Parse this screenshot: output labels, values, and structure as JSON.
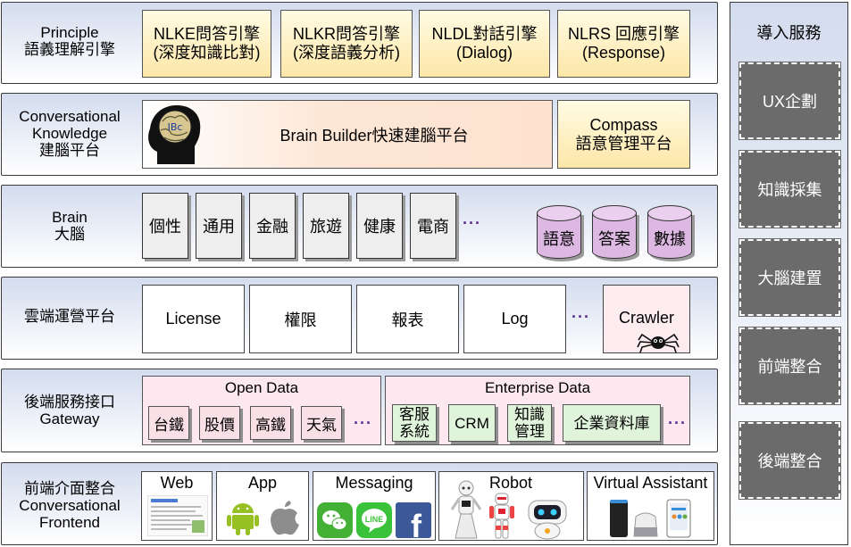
{
  "rows": {
    "principle": {
      "label_l1": "Principle",
      "label_l2": "語義理解引擎",
      "engines": [
        {
          "l1": "NLKE問答引擎",
          "l2": "(深度知識比對)"
        },
        {
          "l1": "NLKR問答引擎",
          "l2": "(深度語義分析)"
        },
        {
          "l1": "NLDL對話引擎",
          "l2": "(Dialog)"
        },
        {
          "l1": "NLRS 回應引擎",
          "l2": "(Response)"
        }
      ]
    },
    "knowledge": {
      "label_l1": "Conversational",
      "label_l2": "Knowledge",
      "label_l3": "建腦平台",
      "brain_builder": "Brain Builder快速建腦平台",
      "head_text": "IBc",
      "compass_l1": "Compass",
      "compass_l2": "語意管理平台"
    },
    "brain": {
      "label_l1": "Brain",
      "label_l2": "大腦",
      "domains": [
        "個性",
        "通用",
        "金融",
        "旅遊",
        "健康",
        "電商"
      ],
      "dots": "···",
      "databases": [
        "語意",
        "答案",
        "數據"
      ]
    },
    "cloud": {
      "label": "雲端運營平台",
      "items": [
        "License",
        "權限",
        "報表",
        "Log"
      ],
      "dots": "···",
      "crawler": "Crawler"
    },
    "gateway": {
      "label_l1": "後端服務接口",
      "label_l2": "Gateway",
      "open_data": {
        "title": "Open Data",
        "items": [
          "台鐵",
          "股價",
          "高鐵",
          "天氣"
        ],
        "dots": "···"
      },
      "enterprise": {
        "title": "Enterprise Data",
        "items": [
          {
            "l1": "客服",
            "l2": "系統"
          },
          {
            "l1": "CRM",
            "l2": ""
          },
          {
            "l1": "知識",
            "l2": "管理"
          },
          {
            "l1": "企業資料庫",
            "l2": ""
          }
        ],
        "dots": "···"
      }
    },
    "frontend": {
      "label_l1": "前端介面整合",
      "label_l2": "Conversational",
      "label_l3": "Frontend",
      "channels": [
        "Web",
        "App",
        "Messaging",
        "Robot",
        "Virtual Assistant"
      ],
      "messaging_line": "LINE",
      "messaging_fb": "f"
    }
  },
  "side": {
    "title": "導入服務",
    "services": [
      "UX企劃",
      "知識採集",
      "大腦建置",
      "前端整合",
      "後端整合"
    ]
  },
  "colors": {
    "row_gradient_top": "#d3dcee",
    "yellow_box": "#fde7a8",
    "purple_db": "#dcb8e2",
    "dots": "#5a2e8f",
    "service_box": "#6b6b6b"
  }
}
